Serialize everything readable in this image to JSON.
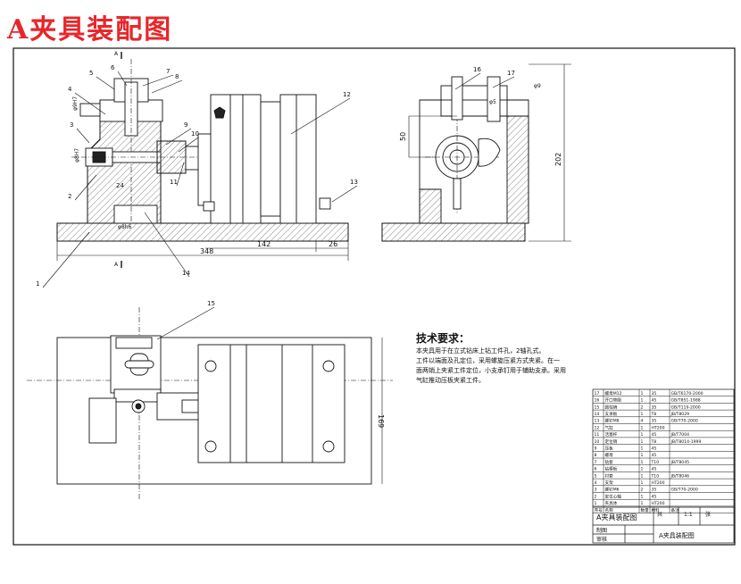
{
  "title": "A夹具装配图",
  "technical_requirements": {
    "title": "技术要求：",
    "lines": [
      "本夹具用于在立式钻床上钻工件孔，2轴孔式。",
      "工件以端面及孔定位，采用螺旋压紧方式夹紧。在一",
      "面两销上夹紧工件定位，小支承钉用于辅助支承。采用",
      "气缸推动压板夹紧工件。"
    ]
  },
  "part_callouts": [
    "1",
    "2",
    "3",
    "4",
    "5",
    "6",
    "7",
    "8",
    "9",
    "10",
    "11",
    "12",
    "13",
    "14",
    "15",
    "16",
    "17"
  ],
  "dimensions": {
    "front_horizontal": [
      "142",
      "26",
      "348"
    ],
    "front_small": [
      "φ9H7",
      "φ8h6",
      "φ8H7",
      "24"
    ],
    "side_vertical": [
      "50",
      "202"
    ],
    "side_small": [
      "φ9",
      "φ5"
    ],
    "top_vertical": "169"
  },
  "section_marks": [
    "A",
    "A"
  ],
  "title_block": {
    "drawing_name": "A夹具装配图",
    "scale": "1:1",
    "sheet_label": "共",
    "sheet_no": "张",
    "drawer_label": "制图",
    "checker_label": "审核"
  },
  "parts_list": {
    "rows": [
      {
        "no": "17",
        "name": "螺母M12",
        "qty": "1",
        "mat": "35",
        "std": "GB/T6170-2000"
      },
      {
        "no": "16",
        "name": "开口垫圈",
        "qty": "1",
        "mat": "45",
        "std": "GB/T851-1988"
      },
      {
        "no": "15",
        "name": "圆柱销",
        "qty": "2",
        "mat": "35",
        "std": "GB/T119-2000"
      },
      {
        "no": "14",
        "name": "支承板",
        "qty": "1",
        "mat": "T8",
        "std": "JB/T8029"
      },
      {
        "no": "13",
        "name": "螺钉M8",
        "qty": "4",
        "mat": "35",
        "std": "GB/T70-2000"
      },
      {
        "no": "12",
        "name": "气缸",
        "qty": "1",
        "mat": "HT200",
        "std": ""
      },
      {
        "no": "11",
        "name": "活塞杆",
        "qty": "1",
        "mat": "45",
        "std": "JB/T7004"
      },
      {
        "no": "10",
        "name": "定位销",
        "qty": "1",
        "mat": "T8",
        "std": "JB/T8014-1999"
      },
      {
        "no": "9",
        "name": "压板",
        "qty": "1",
        "mat": "45",
        "std": ""
      },
      {
        "no": "8",
        "name": "螺母",
        "qty": "1",
        "mat": "45",
        "std": ""
      },
      {
        "no": "7",
        "name": "钻套",
        "qty": "1",
        "mat": "T10",
        "std": "JB/T8045"
      },
      {
        "no": "6",
        "name": "钻模板",
        "qty": "1",
        "mat": "45",
        "std": ""
      },
      {
        "no": "5",
        "name": "衬套",
        "qty": "1",
        "mat": "T10",
        "std": "JB/T8046"
      },
      {
        "no": "4",
        "name": "支架",
        "qty": "1",
        "mat": "HT200",
        "std": ""
      },
      {
        "no": "3",
        "name": "螺钉M6",
        "qty": "2",
        "mat": "35",
        "std": "GB/T70-2000"
      },
      {
        "no": "2",
        "name": "定位心轴",
        "qty": "1",
        "mat": "45",
        "std": ""
      },
      {
        "no": "1",
        "name": "夹具体",
        "qty": "1",
        "mat": "HT200",
        "std": ""
      }
    ],
    "header": {
      "no": "序号",
      "name": "名称",
      "qty": "数量",
      "mat": "材料",
      "std": "备注"
    }
  },
  "colors": {
    "line": "#111111",
    "hatch": "#333333",
    "title_red": "#e8262a"
  }
}
